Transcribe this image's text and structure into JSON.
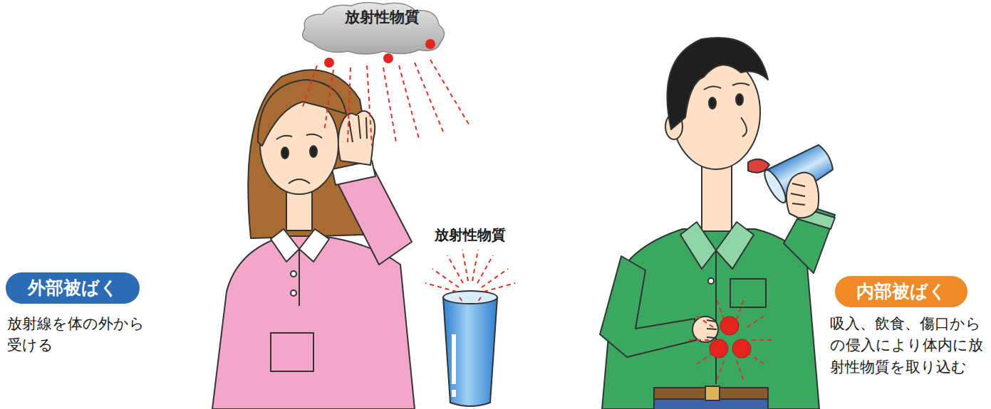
{
  "diagram": {
    "nodes": [
      {
        "text": [
          "放射性物質"
        ]
      },
      {
        "text": [
          "外部被ばく"
        ]
      },
      {
        "text": [
          "内部被ばく"
        ]
      }
    ],
    "labels": [
      "放射性物質",
      "放射線を体の外から受ける",
      "吸入、飲食、傷口からの侵入により体内に放射性物質を取り込む"
    ]
  }
}
